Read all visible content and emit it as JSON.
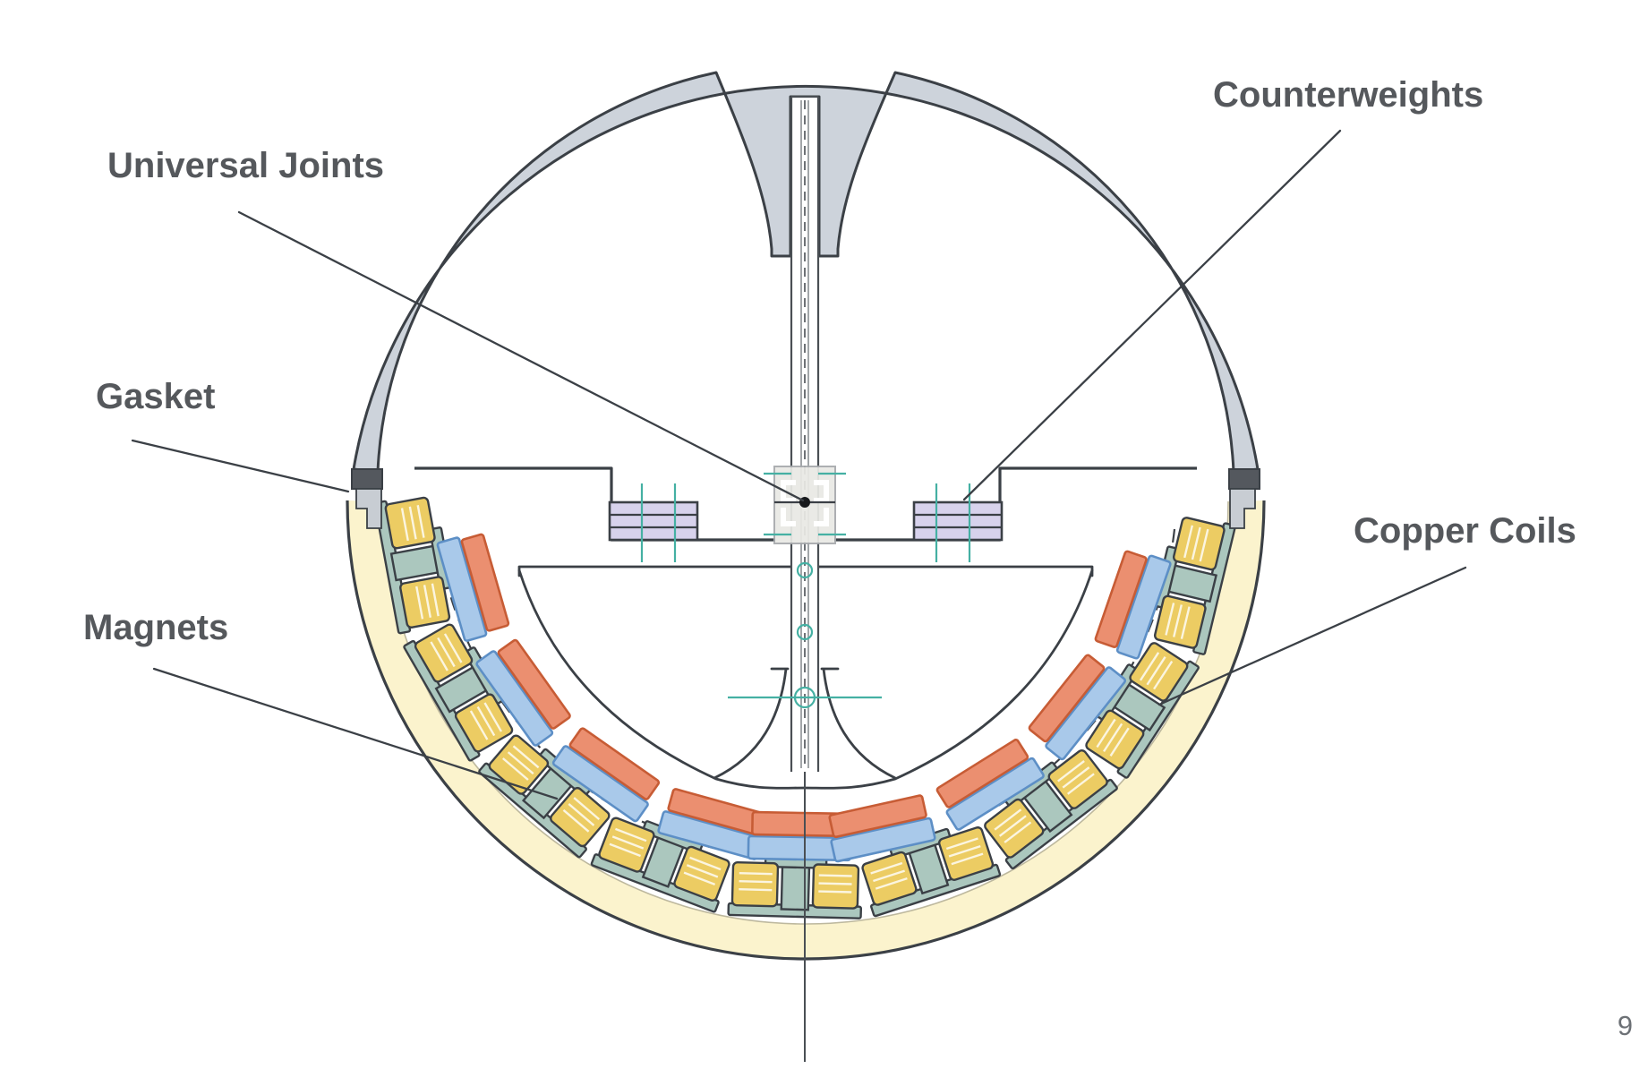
{
  "page": {
    "number": "9",
    "background": "#ffffff"
  },
  "diagram": {
    "type": "technical-cross-section-sketch",
    "subject": "spherical wave-energy generator cross section",
    "labels": [
      {
        "id": "universal-joints",
        "text": "Universal Joints"
      },
      {
        "id": "counterweights",
        "text": "Counterweights"
      },
      {
        "id": "gasket",
        "text": "Gasket"
      },
      {
        "id": "magnets",
        "text": "Magnets"
      },
      {
        "id": "copper-coils",
        "text": "Copper Coils"
      }
    ],
    "components": [
      "dome-shell",
      "central-shaft",
      "universal-joint",
      "counterweight-stack-left",
      "counterweight-stack-right",
      "gasket-left",
      "gasket-right",
      "hull-band",
      "copper-coil-assemblies",
      "magnet-pairs",
      "inner-bowl"
    ],
    "units": {
      "coil_angles": [
        190.5,
        210,
        229.5,
        249,
        268.5,
        288,
        307.5,
        327,
        346.5
      ],
      "magnet_angle_offsets": [
        5.5,
        5.5,
        5.5,
        5.5,
        0.5,
        -5.5,
        -5.5,
        -5.5,
        -5.5
      ]
    },
    "colors": {
      "ink": "#3b4046",
      "label": "#55585c",
      "dome_fill": "#cdd3db",
      "hull_cream": "#fbf3cd",
      "counterweight_purple": "#d7d2ec",
      "teal_accent": "#45b0a3",
      "coil_bracket": "#abc7be",
      "coil_yellow": "#eccc63",
      "magnet_blue": "#a9c9ea",
      "magnet_blue_stroke": "#5d8fc6",
      "magnet_orange": "#eb8f70",
      "magnet_orange_stroke": "#c75c35",
      "gasket_dark": "#54585e",
      "joint_fill": "#e9e9e5"
    }
  }
}
